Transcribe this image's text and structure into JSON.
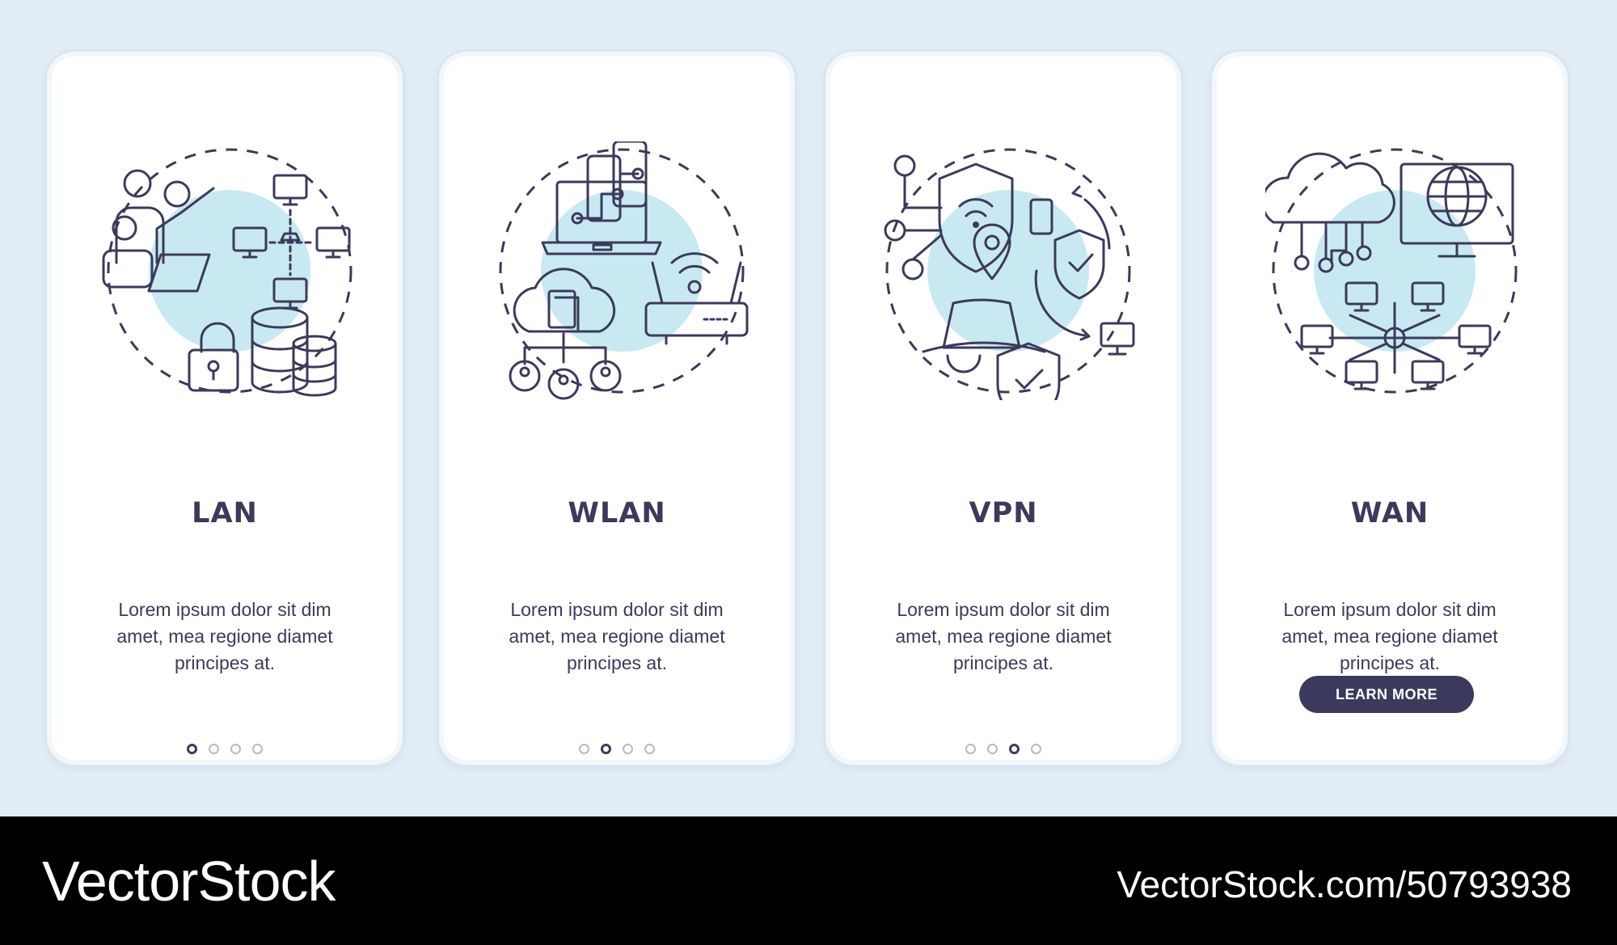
{
  "colors": {
    "background": "#e2edf6",
    "card": "#ffffff",
    "text": "#3b3a5c",
    "accent_blue": "#c8e9f1",
    "accent_yellow": "#fbd979",
    "button": "#3b3a5c"
  },
  "screens": [
    {
      "icon": "lan-network-icon",
      "title": "LAN",
      "description": "Lorem ipsum dolor sit dim amet, mea regione diamet principes at.",
      "active_page": 1,
      "pages": 4
    },
    {
      "icon": "wlan-network-icon",
      "title": "WLAN",
      "description": "Lorem ipsum dolor sit dim amet, mea regione diamet principes at.",
      "active_page": 2,
      "pages": 4
    },
    {
      "icon": "vpn-shield-icon",
      "title": "VPN",
      "description": "Lorem ipsum dolor sit dim amet, mea regione diamet principes at.",
      "active_page": 3,
      "pages": 4
    },
    {
      "icon": "wan-globe-icon",
      "title": "WAN",
      "description": "Lorem ipsum dolor sit dim amet, mea regione diamet principes at.",
      "button_label": "LEARN MORE"
    }
  ],
  "footer": {
    "brand": "VectorStock",
    "url": "VectorStock.com/50793938"
  }
}
